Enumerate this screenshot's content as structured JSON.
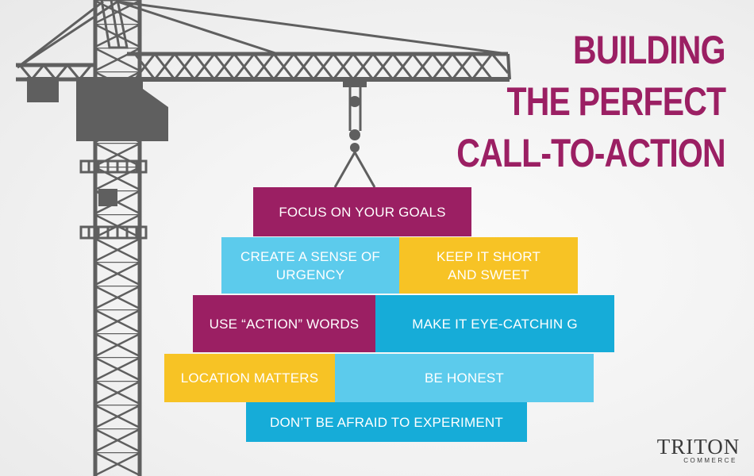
{
  "title": {
    "line1": "BUILDING",
    "line2": "THE PERFECT",
    "line3": "CALL-TO-ACTION"
  },
  "colors": {
    "magenta": "#9b1f63",
    "light_blue": "#5ccbec",
    "yellow": "#f7c325",
    "blue": "#16acd8",
    "crane_gray": "#5f5f5f"
  },
  "blocks": [
    {
      "text": "FOCUS ON YOUR GOALS",
      "color": "magenta"
    },
    {
      "text_line1": "CREATE A SENSE OF",
      "text_line2": "URGENCY",
      "color": "light_blue"
    },
    {
      "text_line1": "KEEP IT SHORT",
      "text_line2": "AND SWEET",
      "color": "yellow"
    },
    {
      "text": "USE “ACTION” WORDS",
      "color": "magenta"
    },
    {
      "text": "MAKE IT EYE-CATCHIN G",
      "color": "blue"
    },
    {
      "text": "LOCATION MATTERS",
      "color": "yellow"
    },
    {
      "text": "BE HONEST",
      "color": "light_blue"
    },
    {
      "text": "DON’T BE AFRAID TO EXPERIMENT",
      "color": "blue"
    }
  ],
  "logo": {
    "name": "TRITON",
    "sub": "COMMERCE"
  },
  "icons": {
    "crane": "construction-crane-icon"
  }
}
